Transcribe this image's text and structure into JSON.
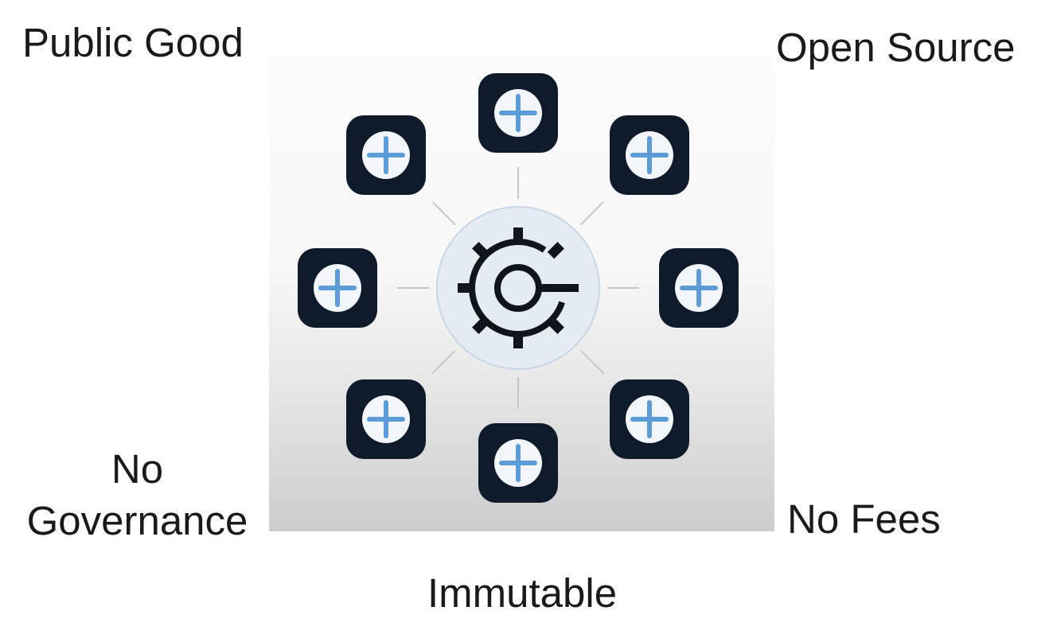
{
  "labels": {
    "top_left": "Public Good",
    "top_right": "Open Source",
    "bottom_left_line1": "No",
    "bottom_left_line2": "Governance",
    "bottom_right": "No Fees",
    "bottom_center": "Immutable"
  },
  "diagram": {
    "center": {
      "icon": "gear-icon"
    },
    "nodes": [
      {
        "name": "node-top",
        "icon": "plus-icon"
      },
      {
        "name": "node-top-right",
        "icon": "plus-icon"
      },
      {
        "name": "node-right",
        "icon": "plus-icon"
      },
      {
        "name": "node-bottom-right",
        "icon": "plus-icon"
      },
      {
        "name": "node-bottom",
        "icon": "plus-icon"
      },
      {
        "name": "node-bottom-left",
        "icon": "plus-icon"
      },
      {
        "name": "node-left",
        "icon": "plus-icon"
      },
      {
        "name": "node-top-left",
        "icon": "plus-icon"
      }
    ],
    "colors": {
      "tile": "#0f1b2a",
      "plus": "#5a9bd8",
      "inner_circle": "#f2f6fa",
      "hub_fill": "#e4ebf2",
      "hub_stroke": "#c9d7e4",
      "connector": "#c4c8cc",
      "gear": "#10151c"
    }
  }
}
